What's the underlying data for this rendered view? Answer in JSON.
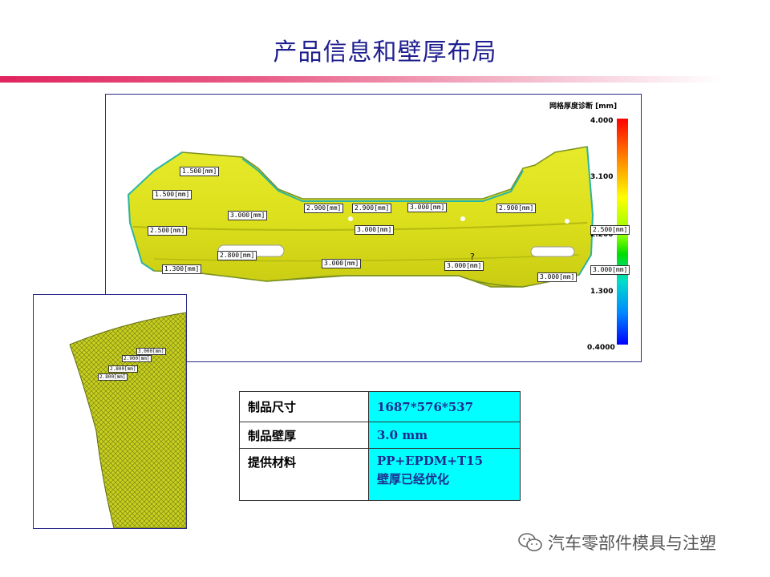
{
  "slide": {
    "title": "产品信息和壁厚布局"
  },
  "mesh_view": {
    "legend_title": "网格厚度诊断 [mm]",
    "scale": {
      "max": "4.000",
      "v1": "3.100",
      "v2": "2.200",
      "v3": "1.300",
      "min": "0.4000"
    },
    "labels": [
      "1.500[mm]",
      "1.500[mm]",
      "3.000[mm]",
      "2.900[mm]",
      "2.900[mm]",
      "3.000[mm]",
      "2.900[mm]",
      "2.500[mm]",
      "3.000[mm]",
      "2.500[mm]",
      "2.800[mm]",
      "3.000[mm]",
      "1.300[mm]",
      "3.000[mm]",
      "3.000[mm]",
      "3.000[mm]"
    ],
    "marker": "?"
  },
  "detail_view": {
    "labels": [
      "3.000[mm]",
      "2.900[mm]",
      "2.800[mm]",
      "2.800[mm]"
    ]
  },
  "spec_table": {
    "rows": [
      {
        "label": "制品尺寸",
        "value": "1687*576*537"
      },
      {
        "label": "制品壁厚",
        "value": "3.0 mm"
      },
      {
        "label": "提供材料",
        "value": "PP+EPDM+T15",
        "value2": "壁厚已经优化"
      }
    ]
  },
  "watermark": {
    "text": "汽车零部件模具与注塑"
  }
}
